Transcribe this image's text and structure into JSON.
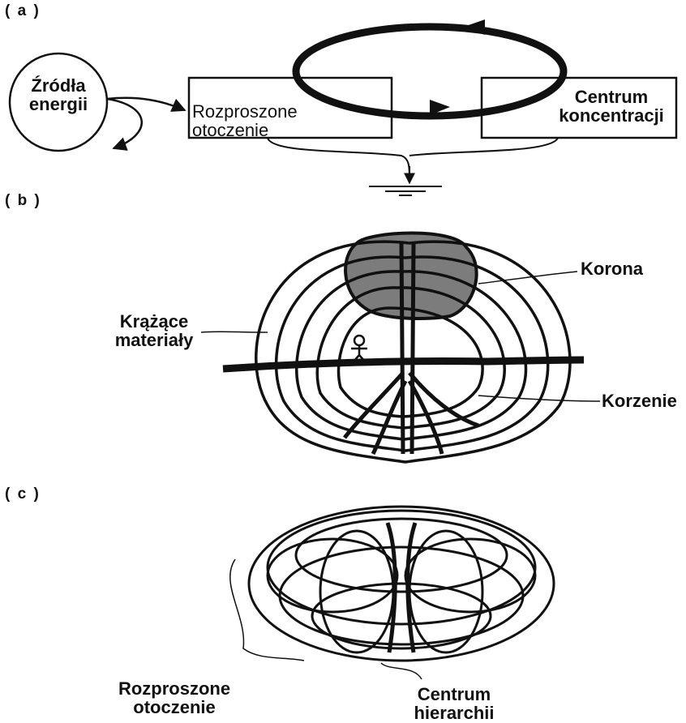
{
  "panels": [
    {
      "id": "a",
      "label": "( a )"
    },
    {
      "id": "b",
      "label": "( b )"
    },
    {
      "id": "c",
      "label": "( c )"
    }
  ],
  "diagram_a": {
    "source": "Źródła\nenergii",
    "diffuse": "Rozproszone\notoczenie",
    "center": "Centrum\nkoncentracji"
  },
  "diagram_b": {
    "circulating": "Krążące\nmateriały",
    "crown": "Korona",
    "roots": "Korzenie"
  },
  "diagram_c": {
    "diffuse": "Rozproszone\notoczenie",
    "center": "Centrum\nhierarchii"
  },
  "colors": {
    "ink": "#111111",
    "background": "#ffffff"
  }
}
